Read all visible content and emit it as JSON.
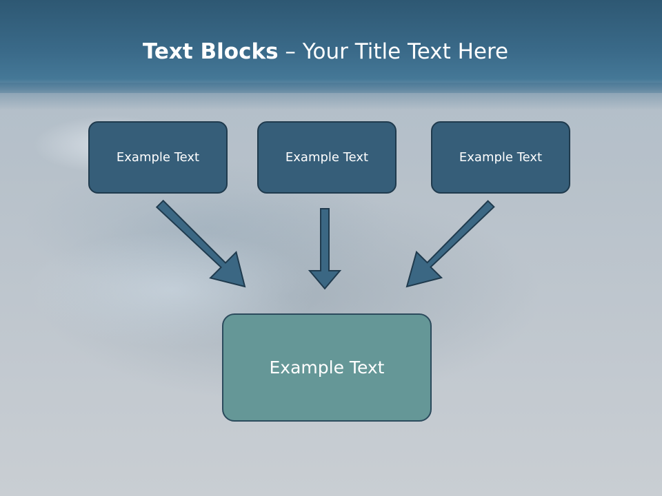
{
  "title": {
    "bold": "Text Blocks",
    "rest": " – Your Title Text Here"
  },
  "blocks": [
    {
      "label": "Example Text"
    },
    {
      "label": "Example Text"
    },
    {
      "label": "Example Text"
    }
  ],
  "result": {
    "label": "Example Text"
  },
  "colors": {
    "header": "#3a6a89",
    "block_fill": "#365e79",
    "result_fill": "#659797",
    "arrow_fill": "#3b6783",
    "outline": "#1f3a4d"
  }
}
